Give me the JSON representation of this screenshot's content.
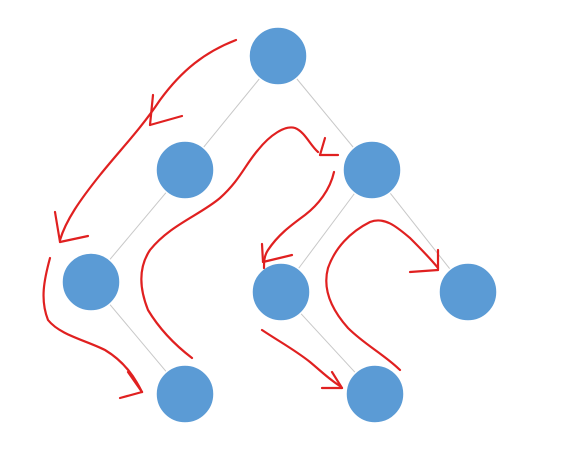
{
  "diagram": {
    "kind": "binary-tree-traversal",
    "colors": {
      "node_fill": "#5b9bd5",
      "edge": "#c8c8c8",
      "arrow": "#e02020",
      "background": "#ffffff"
    },
    "nodes": [
      {
        "id": "root",
        "parent": null
      },
      {
        "id": "left",
        "parent": "root"
      },
      {
        "id": "right",
        "parent": "root"
      },
      {
        "id": "left-left",
        "parent": "left"
      },
      {
        "id": "right-left",
        "parent": "right"
      },
      {
        "id": "right-right",
        "parent": "right"
      },
      {
        "id": "left-left-right",
        "parent": "left-left"
      },
      {
        "id": "right-left-right",
        "parent": "right-left"
      }
    ],
    "traversal_arrows": [
      {
        "from": "root",
        "to": "left-left"
      },
      {
        "from": "left-left",
        "to": "left-left-right"
      },
      {
        "from": "left-left-right",
        "to": "right"
      },
      {
        "from": "right",
        "to": "right-left"
      },
      {
        "from": "right-left",
        "to": "right-left-right"
      },
      {
        "from": "right-left-right",
        "to": "right-right"
      }
    ]
  }
}
